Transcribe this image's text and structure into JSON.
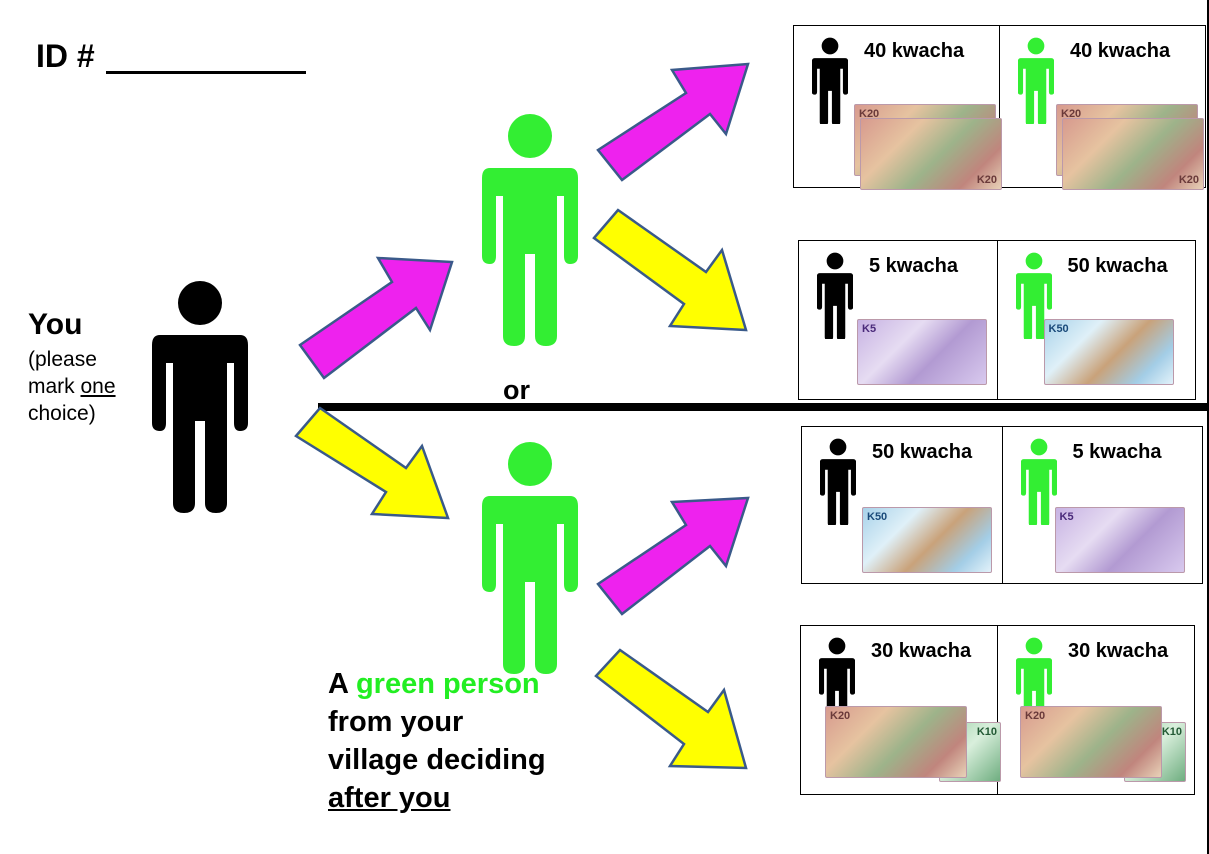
{
  "header": {
    "id_label": "ID #"
  },
  "you": {
    "title": "You",
    "line1": "(please",
    "line2_prefix": "mark ",
    "line2_underlined": "one",
    "line3": "choice)"
  },
  "or_label": "or",
  "green_person": {
    "prefix": "A ",
    "highlight": "green person",
    "line2": "from your",
    "line3": "village deciding",
    "line4_underlined": "after you"
  },
  "colors": {
    "you_figure": "#000000",
    "green_figure": "#33ee33",
    "arrow_magenta": "#ee22ee",
    "arrow_yellow": "#ffff00",
    "arrow_outline": "#3a5a8a"
  },
  "icons": {
    "you": "person-icon",
    "green": "person-icon",
    "banknote": "kwacha-banknote-icon"
  },
  "outcomes": [
    {
      "you_amount": "40 kwacha",
      "green_amount": "40 kwacha",
      "you_note": "K20",
      "green_note": "K20"
    },
    {
      "you_amount": "5 kwacha",
      "green_amount": "50 kwacha",
      "you_note": "K5",
      "green_note": "K50"
    },
    {
      "you_amount": "50 kwacha",
      "green_amount": "5 kwacha",
      "you_note": "K50",
      "green_note": "K5"
    },
    {
      "you_amount": "30 kwacha",
      "green_amount": "30 kwacha",
      "you_note": "K20",
      "green_note": "K20"
    }
  ]
}
